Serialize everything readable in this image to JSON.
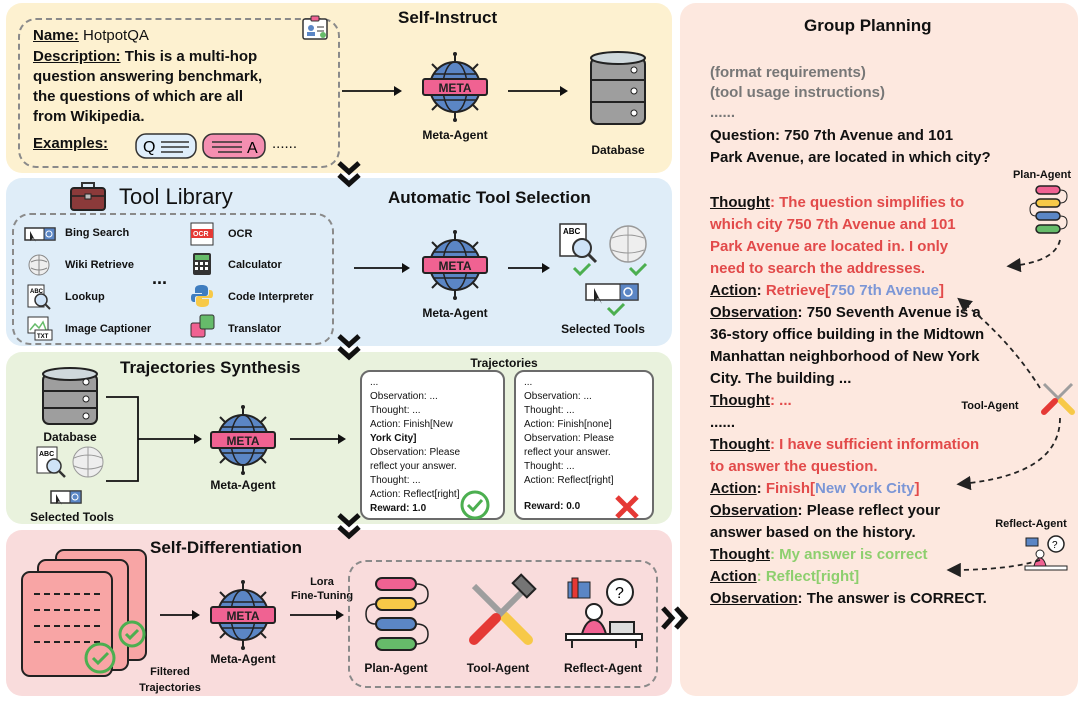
{
  "self_instruct": {
    "title": "Self-Instruct",
    "name_label": "Name:",
    "name_value": "HotpotQA",
    "desc_label": "Description:",
    "desc_lines": [
      "This is a multi-hop",
      "question answering benchmark,",
      "the questions of which are all",
      "from Wikipedia."
    ],
    "examples_label": "Examples:",
    "examples_ellipsis": "......",
    "example_q": "Q",
    "example_a": "A",
    "database_label": "Database"
  },
  "meta_agent_label": "Meta-Agent",
  "meta_badge": "META",
  "tool_library": {
    "title": "Tool Library",
    "selection_title": "Automatic Tool Selection",
    "tools_left": [
      "Bing Search",
      "Wiki Retrieve",
      "Lookup",
      "Image Captioner"
    ],
    "tools_right": [
      "OCR",
      "Calculator",
      "Code Interpreter",
      "Translator"
    ],
    "ellipsis": "...",
    "selected_label": "Selected Tools",
    "ocr_icon_text": "OCR",
    "abc_icon_text": "ABC",
    "txt_icon_text": "TXT"
  },
  "trajectories": {
    "title": "Trajectories Synthesis",
    "header": "Trajectories",
    "database_label": "Database",
    "selected_label": "Selected Tools",
    "left_lines": [
      "...",
      "Observation: ...",
      "Thought: ...",
      "Action: Finish[New",
      "York City]",
      "Observation: Please",
      "reflect your answer.",
      "Thought: ...",
      "Action: Reflect[right]"
    ],
    "left_reward": "Reward: 1.0",
    "right_lines": [
      "...",
      "Observation: ...",
      "Thought: ...",
      "Action: Finish[none]",
      "Observation: Please",
      "reflect your answer.",
      "Thought: ...",
      "Action: Reflect[right]"
    ],
    "right_reward": "Reward: 0.0"
  },
  "self_diff": {
    "title": "Self-Differentiation",
    "filtered_label_1": "Filtered",
    "filtered_label_2": "Trajectories",
    "lora_1": "Lora",
    "lora_2": "Fine-Tuning",
    "agents": [
      "Plan-Agent",
      "Tool-Agent",
      "Reflect-Agent"
    ]
  },
  "group_planning": {
    "title": "Group Planning",
    "format_req": "(format requirements)",
    "tool_usage": "(tool usage instructions)",
    "dots": "......",
    "question_1": "Question: 750 7th Avenue and 101",
    "question_2": "Park Avenue, are located in which city?",
    "thought_label": "Thought",
    "action_label": "Action",
    "observation_label": "Observation",
    "thought1_lines": [
      ": The question simplifies to",
      "which city 750 7th Avenue and 101",
      "Park Avenue are located in. I only",
      "need to search the addresses."
    ],
    "action1_prefix": ": ",
    "action1_fn": "Retrieve[",
    "action1_arg": "750 7th Avenue",
    "action1_close": "]",
    "obs1_lines": [
      ": 750 Seventh Avenue is a",
      "36-story office building in the Midtown",
      "Manhattan neighborhood of New York",
      "City. The building ..."
    ],
    "thought2": ": ...",
    "dots2": "......",
    "thought3_lines": [
      ": I have sufficient information",
      "to answer the question."
    ],
    "action2_fn": "Finish[",
    "action2_arg": "New York City",
    "action2_close": "]",
    "obs2_lines": [
      ": Please reflect your",
      "answer based on the history."
    ],
    "thought4": ": My answer is correct",
    "action3": ": Reflect[right]",
    "obs3": ": The answer is CORRECT.",
    "plan_agent": "Plan-Agent",
    "tool_agent": "Tool-Agent",
    "reflect_agent": "Reflect-Agent"
  },
  "colors": {
    "self_instruct_bg": "#fdf1d0",
    "tool_bg": "#dfedf8",
    "traj_bg": "#e9f2dd",
    "diff_bg": "#f9dcdc",
    "group_bg": "#fde8df",
    "meta_pink": "#f06292",
    "globe_blue": "#5b86c5",
    "red_text": "#e24a4a",
    "blue_text": "#7b96d6",
    "green_text": "#8dcf6e"
  }
}
